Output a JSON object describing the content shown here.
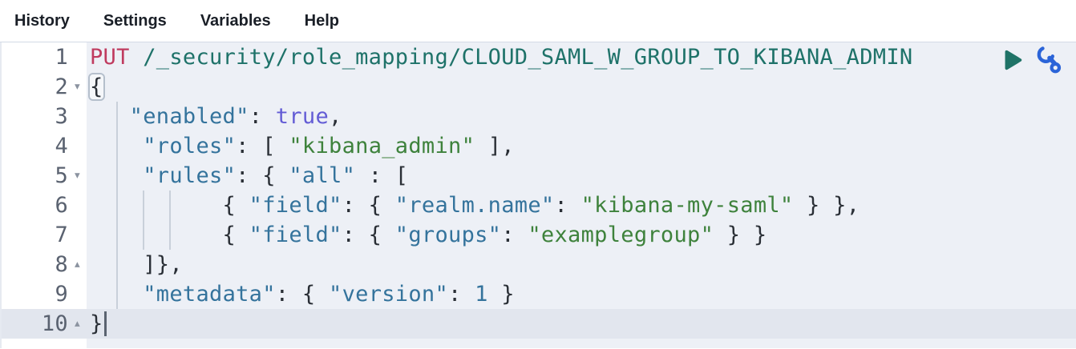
{
  "menu": {
    "items": [
      {
        "label": "History"
      },
      {
        "label": "Settings"
      },
      {
        "label": "Variables"
      },
      {
        "label": "Help"
      }
    ]
  },
  "editor": {
    "request_method": "PUT",
    "request_path": "/_security/role_mapping/CLOUD_SAML_W_GROUP_TO_KIBANA_ADMIN",
    "lines": [
      {
        "n": "1",
        "fold": "",
        "tokens": [
          {
            "t": "PUT",
            "c": "method"
          },
          {
            "t": " ",
            "c": "p"
          },
          {
            "t": "/_security/role_mapping/CLOUD_SAML_W_GROUP_TO_KIBANA_ADMIN",
            "c": "url"
          }
        ]
      },
      {
        "n": "2",
        "fold": "down",
        "tokens": [
          {
            "t": "{",
            "c": "p",
            "box": true
          }
        ]
      },
      {
        "n": "3",
        "fold": "",
        "tokens": [
          {
            "t": "   ",
            "c": "p"
          },
          {
            "t": "\"enabled\"",
            "c": "key"
          },
          {
            "t": ": ",
            "c": "p"
          },
          {
            "t": "true",
            "c": "bool"
          },
          {
            "t": ",",
            "c": "p"
          }
        ]
      },
      {
        "n": "4",
        "fold": "",
        "tokens": [
          {
            "t": "    ",
            "c": "p"
          },
          {
            "t": "\"roles\"",
            "c": "key"
          },
          {
            "t": ": [ ",
            "c": "p"
          },
          {
            "t": "\"kibana_admin\"",
            "c": "str"
          },
          {
            "t": " ],",
            "c": "p"
          }
        ]
      },
      {
        "n": "5",
        "fold": "down",
        "tokens": [
          {
            "t": "    ",
            "c": "p"
          },
          {
            "t": "\"rules\"",
            "c": "key"
          },
          {
            "t": ": { ",
            "c": "p"
          },
          {
            "t": "\"all\"",
            "c": "key"
          },
          {
            "t": " : [",
            "c": "p"
          }
        ]
      },
      {
        "n": "6",
        "fold": "",
        "tokens": [
          {
            "t": "          { ",
            "c": "p"
          },
          {
            "t": "\"field\"",
            "c": "key"
          },
          {
            "t": ": { ",
            "c": "p"
          },
          {
            "t": "\"realm.name\"",
            "c": "key"
          },
          {
            "t": ": ",
            "c": "p"
          },
          {
            "t": "\"kibana-my-saml\"",
            "c": "str"
          },
          {
            "t": " } },",
            "c": "p"
          }
        ]
      },
      {
        "n": "7",
        "fold": "",
        "tokens": [
          {
            "t": "          { ",
            "c": "p"
          },
          {
            "t": "\"field\"",
            "c": "key"
          },
          {
            "t": ": { ",
            "c": "p"
          },
          {
            "t": "\"groups\"",
            "c": "key"
          },
          {
            "t": ": ",
            "c": "p"
          },
          {
            "t": "\"examplegroup\"",
            "c": "str"
          },
          {
            "t": " } }",
            "c": "p"
          }
        ]
      },
      {
        "n": "8",
        "fold": "up",
        "tokens": [
          {
            "t": "    ]},",
            "c": "p"
          }
        ]
      },
      {
        "n": "9",
        "fold": "",
        "tokens": [
          {
            "t": "    ",
            "c": "p"
          },
          {
            "t": "\"metadata\"",
            "c": "key"
          },
          {
            "t": ": { ",
            "c": "p"
          },
          {
            "t": "\"version\"",
            "c": "key"
          },
          {
            "t": ": ",
            "c": "p"
          },
          {
            "t": "1",
            "c": "num"
          },
          {
            "t": " }",
            "c": "p"
          }
        ]
      },
      {
        "n": "10",
        "fold": "up",
        "active": true,
        "cursor": true,
        "tokens": [
          {
            "t": "}",
            "c": "p"
          }
        ]
      }
    ],
    "icons": {
      "send": "play-icon",
      "options": "wrench-icon"
    }
  },
  "colors": {
    "method": "#C03B5F",
    "url": "#1E7269",
    "key": "#34739C",
    "string": "#3E823C",
    "boolean": "#635CD5",
    "number": "#34739C",
    "punctuation": "#2A2F36",
    "line_number": "#5A6270",
    "fold_marker": "#8B93A0",
    "editor_bg": "#EDF0F6",
    "gutter_bg": "#FFFFFF",
    "active_line_bg": "#E2E6EE",
    "indent_guide": "#C9D0DA",
    "menu_text": "#1A1F27",
    "menu_border": "#D3DAE6",
    "send_button": "#1F7367",
    "wrench_button": "#2B64D8",
    "cursor": "#5A6370",
    "bracket_highlight_border": "#B5BFCC"
  }
}
